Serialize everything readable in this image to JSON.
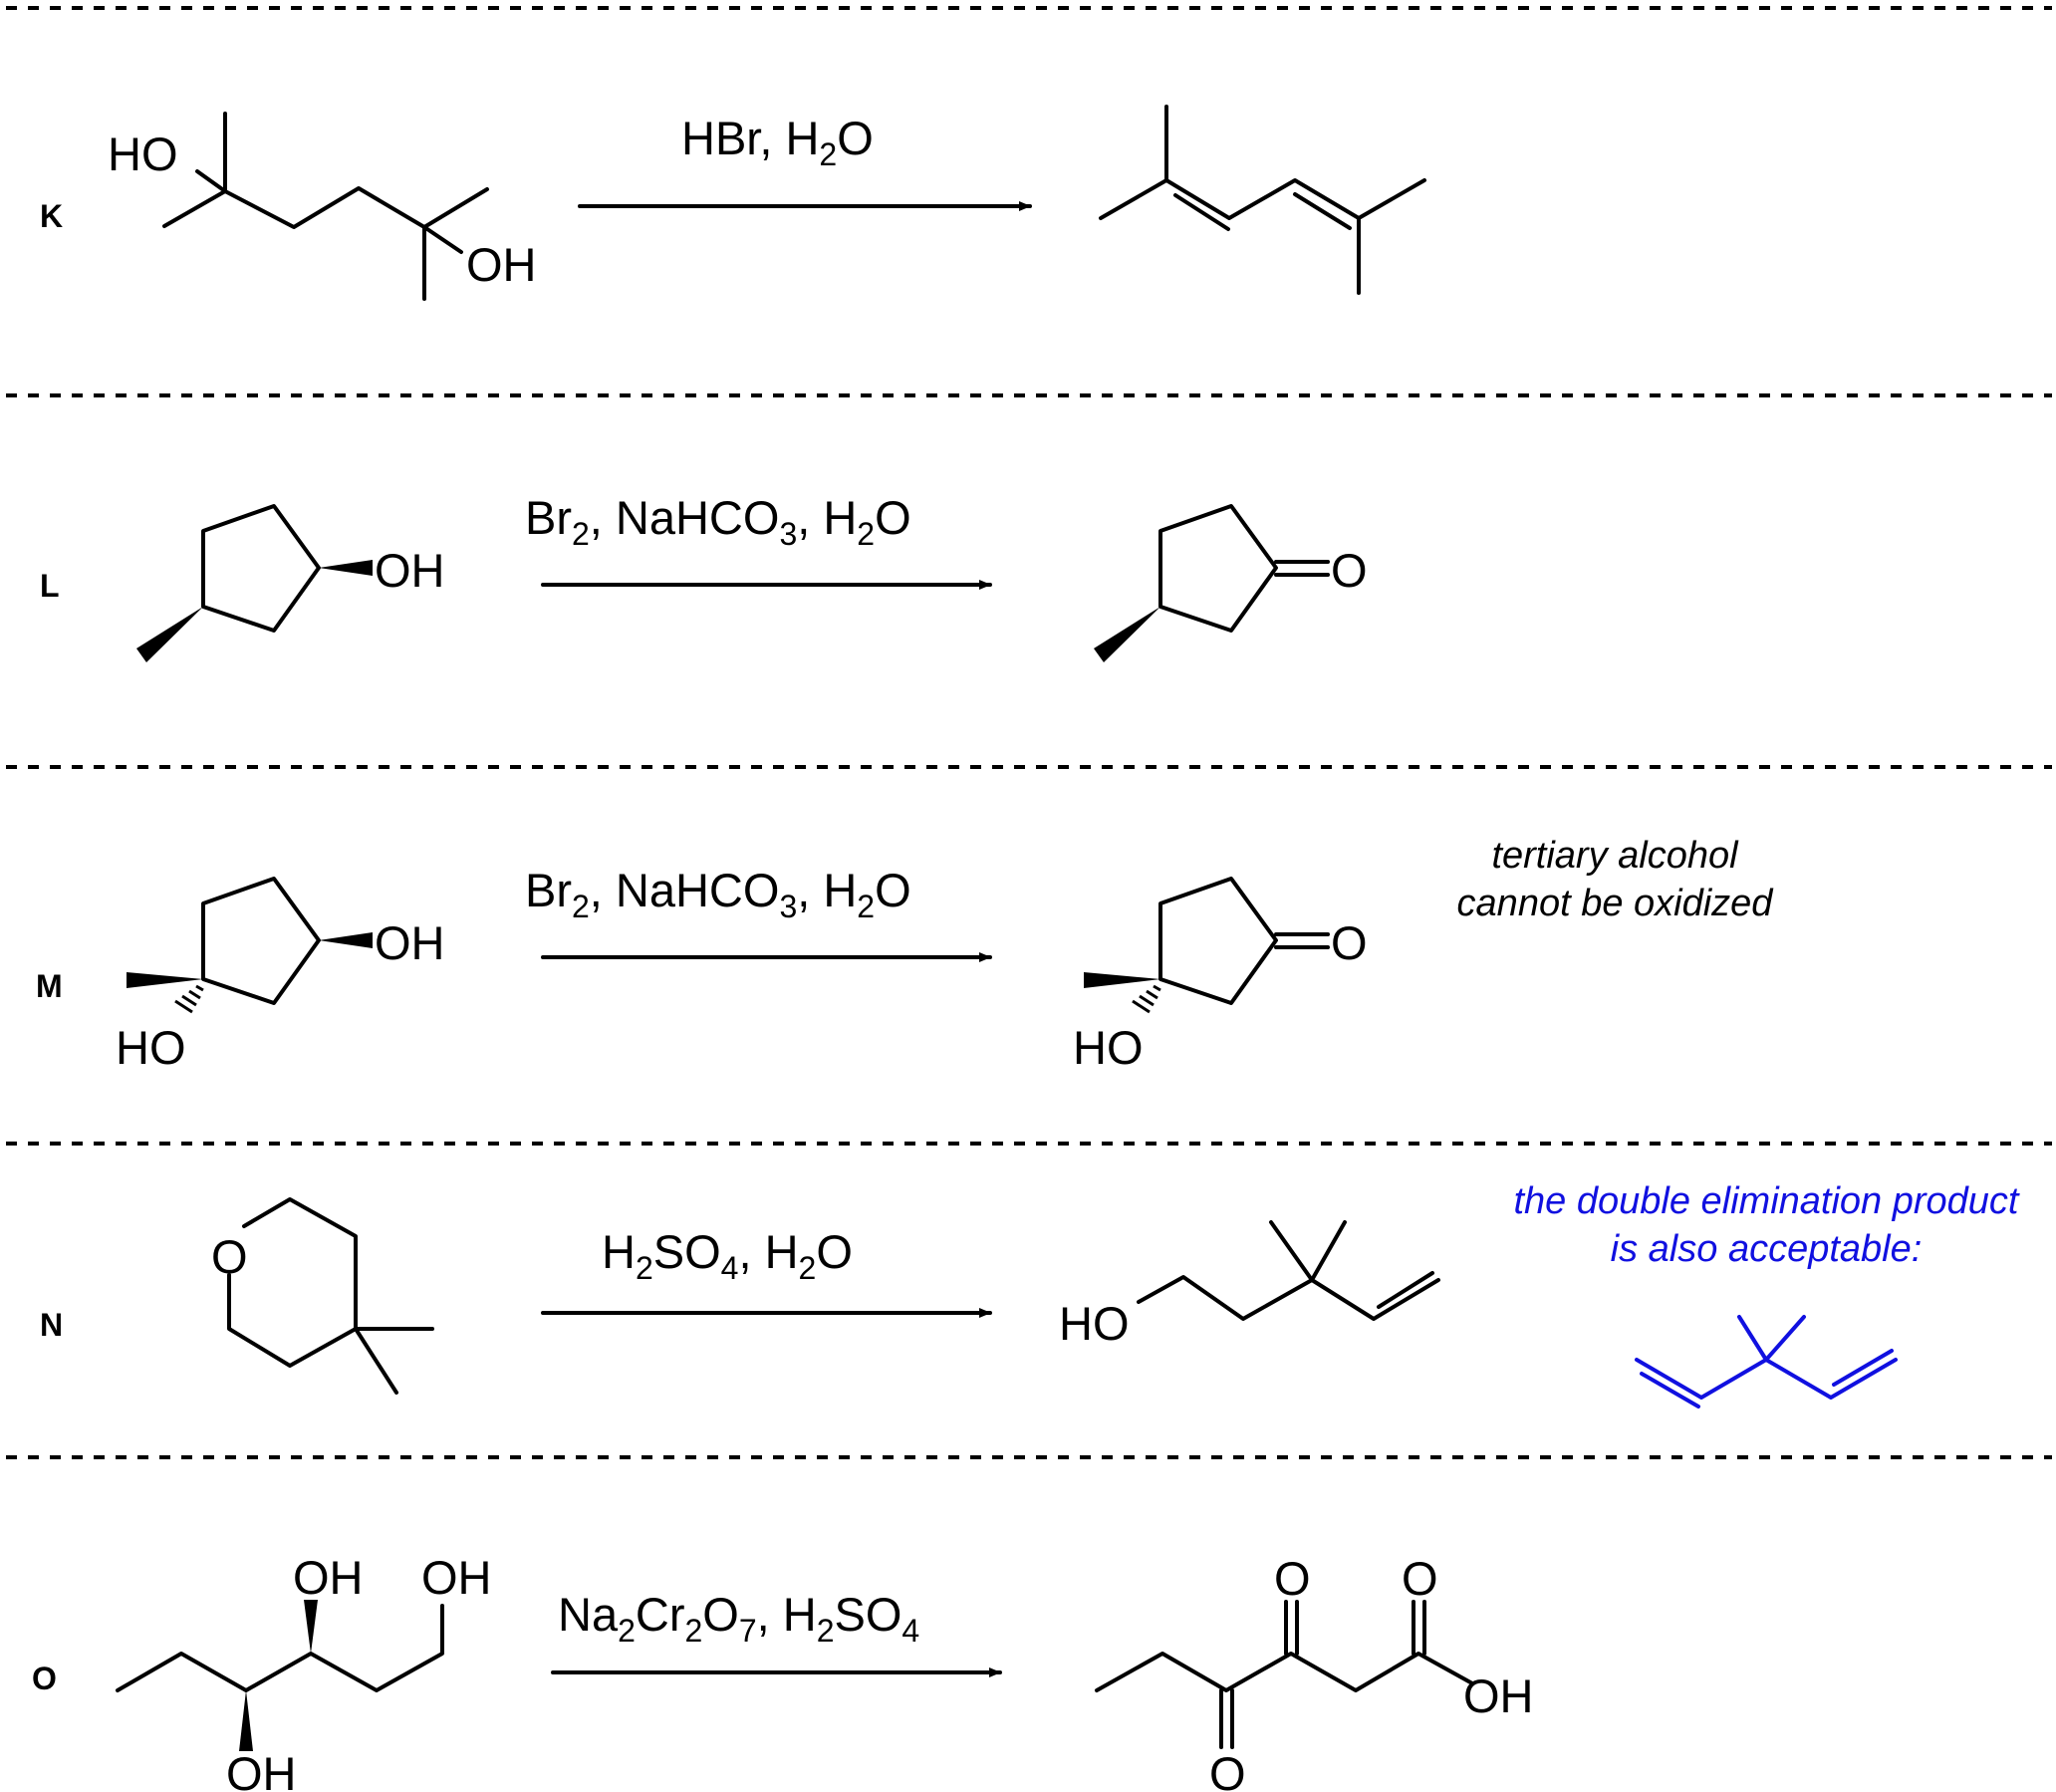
{
  "reactions": [
    {
      "label": "K",
      "reagent": {
        "parts": [
          [
            "HBr, H",
            ""
          ],
          [
            "2",
            "sub"
          ],
          [
            "O",
            ""
          ]
        ]
      },
      "reactant_labels": [
        "HO",
        "OH"
      ],
      "product_labels": []
    },
    {
      "label": "L",
      "reagent": {
        "parts": [
          [
            "Br",
            ""
          ],
          [
            "2",
            "sub"
          ],
          [
            ", NaHCO",
            ""
          ],
          [
            "3",
            "sub"
          ],
          [
            ", H",
            ""
          ],
          [
            "2",
            "sub"
          ],
          [
            "O",
            ""
          ]
        ]
      },
      "reactant_labels": [
        "OH"
      ],
      "product_labels": [
        "O"
      ]
    },
    {
      "label": "M",
      "reagent": {
        "parts": [
          [
            "Br",
            ""
          ],
          [
            "2",
            "sub"
          ],
          [
            ", NaHCO",
            ""
          ],
          [
            "3",
            "sub"
          ],
          [
            ", H",
            ""
          ],
          [
            "2",
            "sub"
          ],
          [
            "O",
            ""
          ]
        ]
      },
      "reactant_labels": [
        "OH",
        "HO"
      ],
      "product_labels": [
        "O",
        "HO"
      ],
      "note": [
        "tertiary alcohol",
        "cannot be oxidized"
      ]
    },
    {
      "label": "N",
      "reagent": {
        "parts": [
          [
            "H",
            ""
          ],
          [
            "2",
            "sub"
          ],
          [
            "SO",
            ""
          ],
          [
            "4",
            "sub"
          ],
          [
            ", H",
            ""
          ],
          [
            "2",
            "sub"
          ],
          [
            "O",
            ""
          ]
        ]
      },
      "reactant_labels": [
        "O"
      ],
      "product_labels": [
        "HO"
      ],
      "note": [
        "the double elimination product",
        "is also acceptable:"
      ],
      "note_color": "#1010e0"
    },
    {
      "label": "O",
      "reagent": {
        "parts": [
          [
            "Na",
            ""
          ],
          [
            "2",
            "sub"
          ],
          [
            "Cr",
            ""
          ],
          [
            "2",
            "sub"
          ],
          [
            "O",
            ""
          ],
          [
            "7",
            "sub"
          ],
          [
            ", H",
            ""
          ],
          [
            "2",
            "sub"
          ],
          [
            "SO",
            ""
          ],
          [
            "4",
            "sub"
          ]
        ]
      },
      "reactant_labels": [
        "OH",
        "OH",
        "OH"
      ],
      "product_labels": [
        "O",
        "O",
        "O",
        "OH"
      ]
    }
  ]
}
